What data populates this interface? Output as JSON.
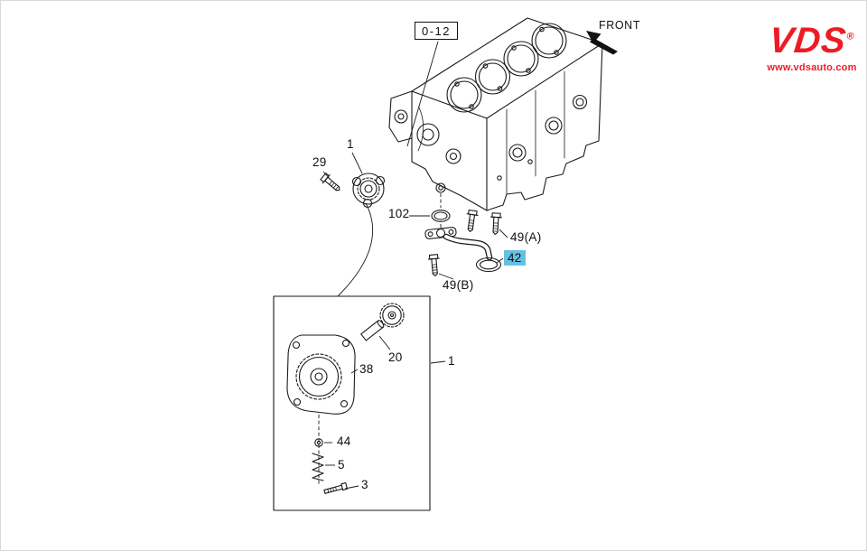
{
  "page": {
    "background": "#ffffff",
    "line_color": "#1a1a1a",
    "border_color": "#d9d9d9"
  },
  "header": {
    "section_ref": "0-12",
    "front_label": "FRONT"
  },
  "logo": {
    "name": "VDS",
    "registered_mark": "®",
    "url": "www.vdsauto.com",
    "color": "#ed1c24"
  },
  "highlight": {
    "selected_part": "42",
    "color": "#63c1e3"
  },
  "callouts": {
    "c29": "29",
    "c1_main": "1",
    "c102": "102",
    "c49a": "49(A)",
    "c42": "42",
    "c49b": "49(B)",
    "c38": "38",
    "c20": "20",
    "c1_detail": "1",
    "c44": "44",
    "c5": "5",
    "c3": "3"
  }
}
